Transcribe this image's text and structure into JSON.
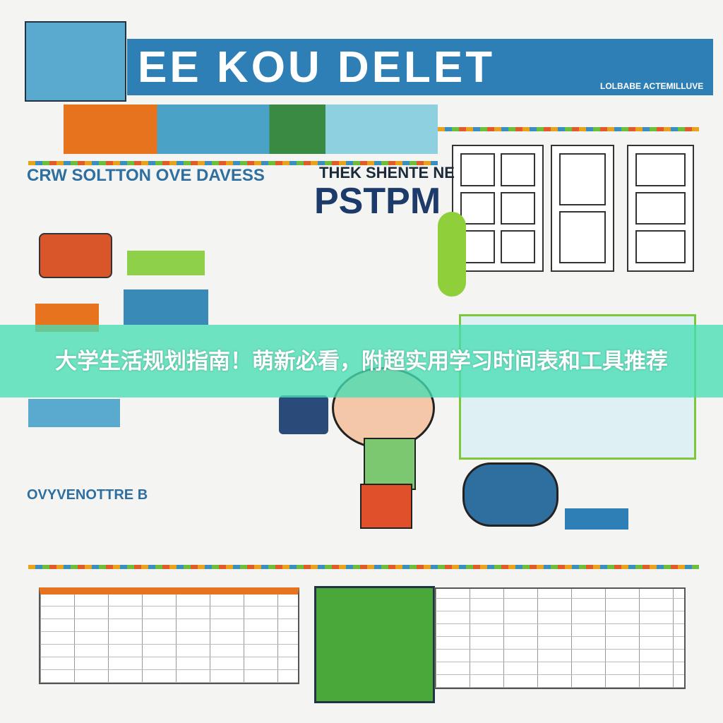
{
  "illustration": {
    "header_text": "EE KOU DELET",
    "header_subtext": "LOLBABE ACTEMILLUVE",
    "section_left_title": "CRW SOLTTON OVE DAVESS",
    "section_mid_title": "THEK SHENTE NE",
    "section_mid_big": "PSTPM",
    "bottom_left_title": "OVYVENOTTRE B",
    "colors": {
      "header_blue": "#2e7fb6",
      "accent_green": "#7cc83a",
      "accent_orange": "#e8731e",
      "banner": "#46deb4"
    }
  },
  "banner": {
    "title": "大学生活规划指南！萌新必看，附超实用学习时间表和工具推荐"
  }
}
